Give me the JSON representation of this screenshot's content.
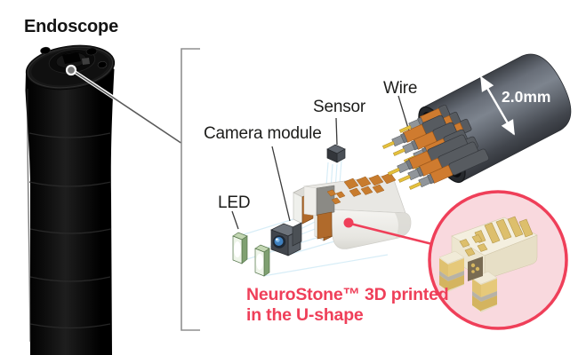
{
  "title": "Endoscope",
  "labels": {
    "led": "LED",
    "camera_module": "Camera module",
    "sensor": "Sensor",
    "wire": "Wire",
    "diameter": "2.0mm"
  },
  "caption": {
    "line1": "NeuroStone™ 3D printed",
    "line2": "in the U-shape"
  },
  "colors": {
    "accent_pink": "#ef3f59",
    "callout_fill": "#f9d9de",
    "pad_orange": "#c87c2e",
    "wire_orange": "#cf7b2f",
    "pin_yellow": "#e5c13c",
    "led_green": "#7fa071",
    "lens_blue": "#3f80bf",
    "tube_gray": "#565b62",
    "scope_black": "#0c0c0c",
    "ceramic_ivory": "#f4efdf",
    "gold_pad": "#ddbf6c",
    "label_dark": "#1d1d1b"
  },
  "icons": {
    "marker": "inspection-point-marker",
    "diameter_arrow": "diameter-arrow",
    "callout": "magnified-detail-callout",
    "bracket": "scope-contents-bracket"
  }
}
